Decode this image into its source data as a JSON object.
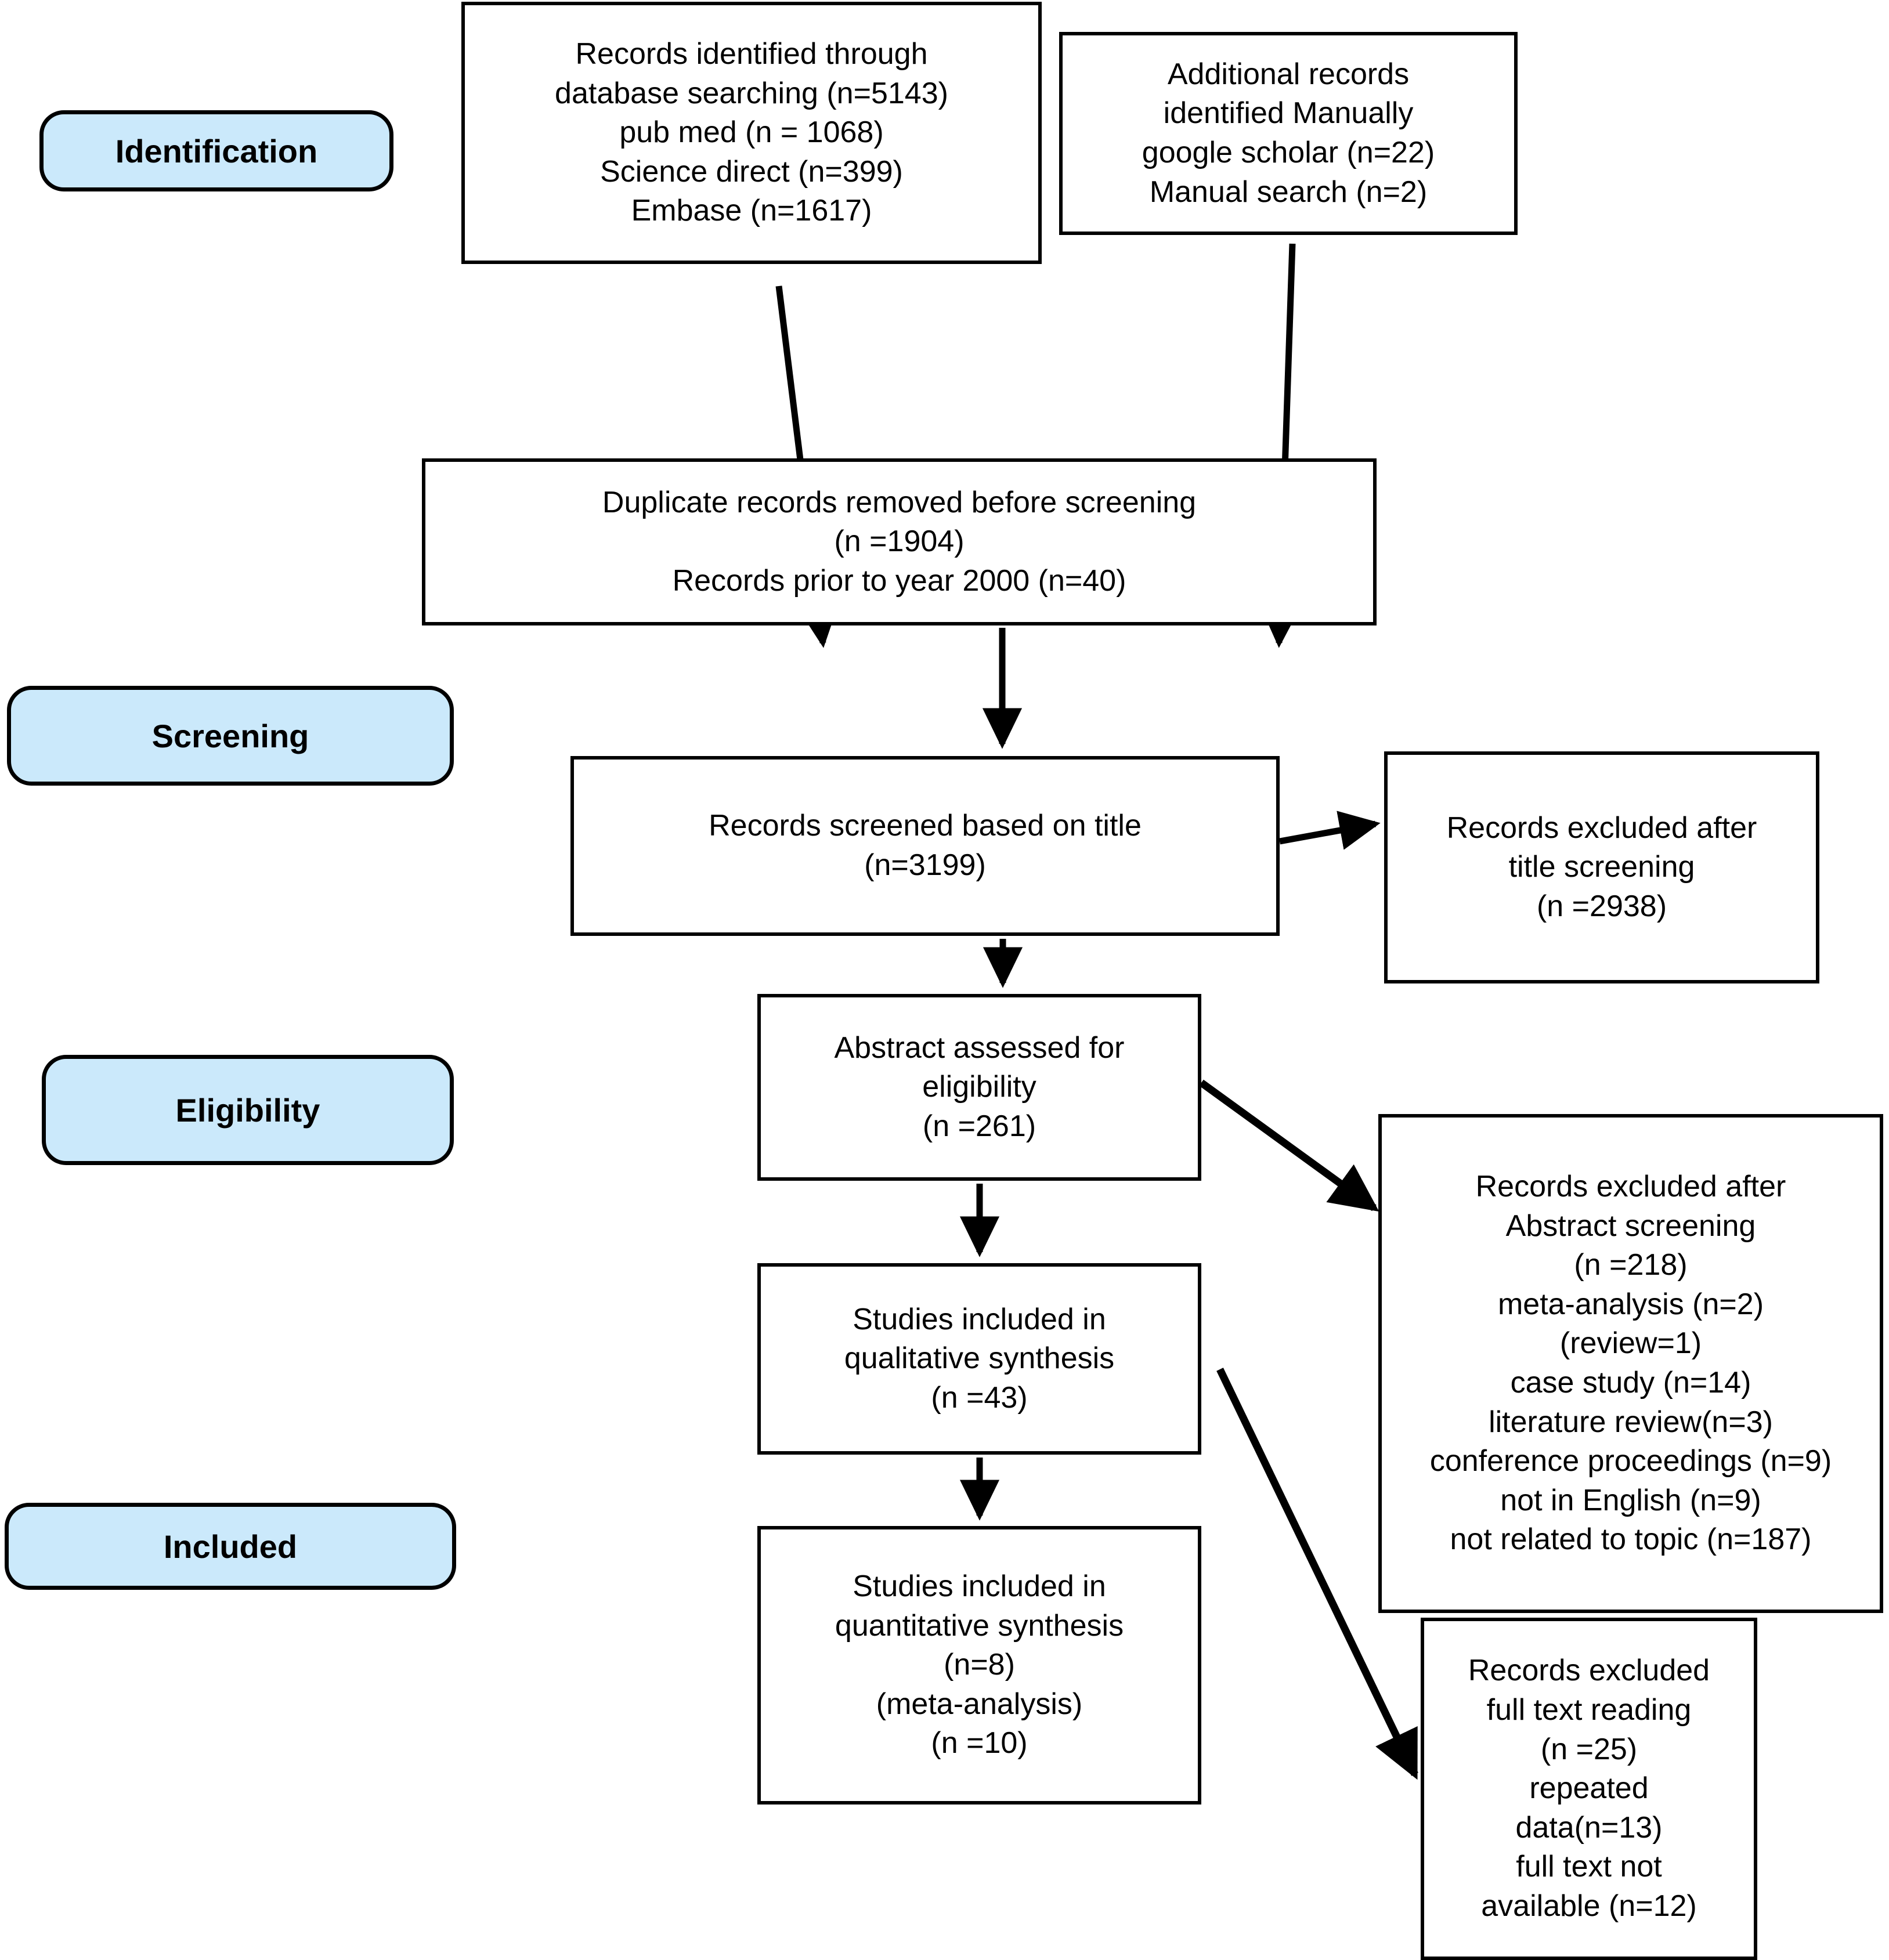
{
  "diagram": {
    "title": "PRISMA study selection flow diagram",
    "colors": {
      "stage_fill": "#cbe9fb",
      "stage_border": "#000000",
      "node_border": "#000000",
      "node_fill": "#ffffff",
      "text": "#000000"
    },
    "stages": [
      {
        "id": "identification",
        "label": "Identification"
      },
      {
        "id": "screening",
        "label": "Screening"
      },
      {
        "id": "eligibility",
        "label": "Eligibility"
      },
      {
        "id": "included",
        "label": "Included"
      }
    ],
    "nodes": {
      "db_search": {
        "lines": [
          "Records identified through",
          "database searching (n=5143)",
          "pub med (n = 1068)",
          "Science direct (n=399)",
          "Embase (n=1617)"
        ]
      },
      "additional_records": {
        "lines": [
          "Additional records",
          "identified Manually",
          "google scholar (n=22)",
          "Manual search (n=2)"
        ]
      },
      "duplicates_removed": {
        "lines": [
          "Duplicate records removed before screening",
          "(n =1904)",
          "Records prior to year 2000 (n=40)"
        ]
      },
      "records_screened": {
        "lines": [
          "Records screened based on title",
          "(n=3199)"
        ]
      },
      "excluded_title": {
        "lines": [
          "Records excluded after",
          "title screening",
          "(n =2938)"
        ]
      },
      "abstract_assessed": {
        "lines": [
          "Abstract assessed for",
          "eligibility",
          "(n =261)"
        ]
      },
      "excluded_abstract": {
        "lines": [
          "Records excluded after",
          "Abstract screening",
          "(n =218)",
          "meta-analysis (n=2)",
          "(review=1)",
          "case study (n=14)",
          "literature review(n=3)",
          "conference proceedings (n=9)",
          "not in English (n=9)",
          "not related to topic (n=187)"
        ]
      },
      "qualitative": {
        "lines": [
          "Studies included in",
          "qualitative synthesis",
          "(n =43)"
        ]
      },
      "quantitative": {
        "lines": [
          "Studies included in",
          "quantitative synthesis",
          "(n=8)",
          "(meta-analysis)",
          "(n =10)"
        ]
      },
      "excluded_fulltext": {
        "lines": [
          "Records excluded",
          "full text reading",
          "(n =25)",
          "repeated",
          "data(n=13)",
          "full text not",
          "available (n=12)"
        ]
      }
    },
    "connectors": [
      {
        "id": "db-search-to-duplicates",
        "from": "db_search",
        "to": "duplicates_removed",
        "kind": "arrow-diagonal"
      },
      {
        "id": "additional-to-duplicates",
        "from": "additional_records",
        "to": "duplicates_removed",
        "kind": "arrow-vertical"
      },
      {
        "id": "duplicates-to-screened",
        "from": "duplicates_removed",
        "to": "records_screened",
        "kind": "arrow-vertical"
      },
      {
        "id": "screened-to-excluded-title",
        "from": "records_screened",
        "to": "excluded_title",
        "kind": "arrow-horizontal"
      },
      {
        "id": "screened-to-abstract",
        "from": "records_screened",
        "to": "abstract_assessed",
        "kind": "arrow-vertical"
      },
      {
        "id": "abstract-to-excluded-abstract",
        "from": "abstract_assessed",
        "to": "excluded_abstract",
        "kind": "arrow-diagonal"
      },
      {
        "id": "abstract-to-qualitative",
        "from": "abstract_assessed",
        "to": "qualitative",
        "kind": "arrow-vertical"
      },
      {
        "id": "qualitative-to-excluded-fulltext",
        "from": "qualitative",
        "to": "excluded_fulltext",
        "kind": "arrow-diagonal"
      },
      {
        "id": "qualitative-to-quantitative",
        "from": "qualitative",
        "to": "quantitative",
        "kind": "arrow-vertical"
      }
    ]
  }
}
